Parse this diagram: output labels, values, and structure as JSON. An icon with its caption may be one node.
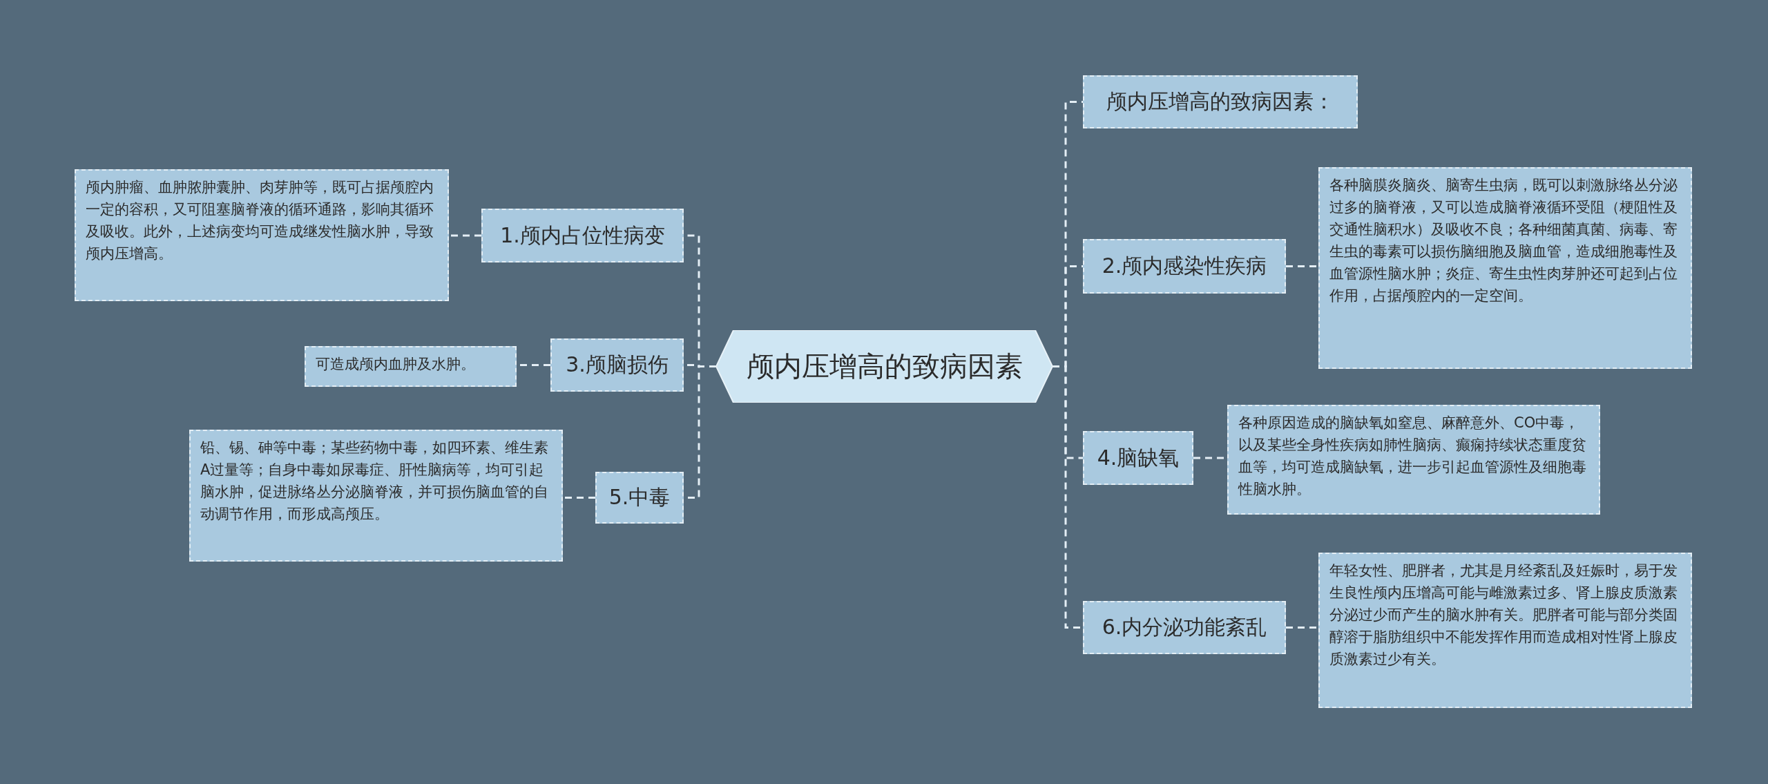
{
  "diagram": {
    "nodes": [
      {
        "text": [
          "颅内压增高的致病因素"
        ]
      },
      {
        "text": [
          "1.颅内占位性病变"
        ]
      },
      {
        "text": [
          "颅内肿瘤、血肿脓肿囊肿、肉芽肿等，既可占据颅腔内一定的容积，又可阻塞脑脊液的循环通路，影响其循环及吸收。此外，上述病变均可造成继发性脑水肿，导致颅内压增高。"
        ]
      },
      {
        "text": [
          "3.颅脑损伤"
        ]
      },
      {
        "text": [
          "可造成颅内血肿及水肿。"
        ]
      },
      {
        "text": [
          "5.中毒"
        ]
      },
      {
        "text": [
          "铅、锡、砷等中毒；某些药物中毒，如四环素、维生素A过量等；自身中毒如尿毒症、肝性脑病等，均可引起脑水肿，促进脉络丛分泌脑脊液，并可损伤脑血管的自动调节作用，而形成高颅压。"
        ]
      },
      {
        "text": [
          "颅内压增高的致病因素："
        ]
      },
      {
        "text": [
          "2.颅内感染性疾病"
        ]
      },
      {
        "text": [
          "各种脑膜炎脑炎、脑寄生虫病，既可以刺激脉络丛分泌过多的脑脊液，又可以造成脑脊液循环受阻（梗阻性及交通性脑积水）及吸收不良；各种细菌真菌、病毒、寄生虫的毒素可以损伤脑细胞及脑血管，造成细胞毒性及血管源性脑水肿；炎症、寄生虫性肉芽肿还可起到占位作用，占据颅腔内的一定空间。"
        ]
      },
      {
        "text": [
          "4.脑缺氧"
        ]
      },
      {
        "text": [
          "各种原因造成的脑缺氧如窒息、麻醉意外、CO中毒，以及某些全身性疾病如肺性脑病、癫痫持续状态重度贫血等，均可造成脑缺氧，进一步引起血管源性及细胞毒性脑水肿。"
        ]
      },
      {
        "text": [
          "6.内分泌功能紊乱"
        ]
      },
      {
        "text": [
          "年轻女性、肥胖者，尤其是月经紊乱及妊娠时，易于发生良性颅内压增高可能与雌激素过多、肾上腺皮质激素分泌过少而产生的脑水肿有关。肥胖者可能与部分类固醇溶于脂肪组织中不能发挥作用而造成相对性肾上腺皮质激素过少有关。"
        ]
      }
    ],
    "edges": [
      {
        "from": 0,
        "to": 1,
        "arrow": "none"
      },
      {
        "from": 0,
        "to": 3,
        "arrow": "none"
      },
      {
        "from": 0,
        "to": 5,
        "arrow": "none"
      },
      {
        "from": 0,
        "to": 7,
        "arrow": "none"
      },
      {
        "from": 0,
        "to": 8,
        "arrow": "none"
      },
      {
        "from": 0,
        "to": 10,
        "arrow": "none"
      },
      {
        "from": 0,
        "to": 12,
        "arrow": "none"
      },
      {
        "from": 1,
        "to": 2,
        "arrow": "none"
      },
      {
        "from": 3,
        "to": 4,
        "arrow": "none"
      },
      {
        "from": 5,
        "to": 6,
        "arrow": "none"
      },
      {
        "from": 8,
        "to": 9,
        "arrow": "none"
      },
      {
        "from": 10,
        "to": 11,
        "arrow": "none"
      },
      {
        "from": 12,
        "to": 13,
        "arrow": "none"
      }
    ]
  }
}
